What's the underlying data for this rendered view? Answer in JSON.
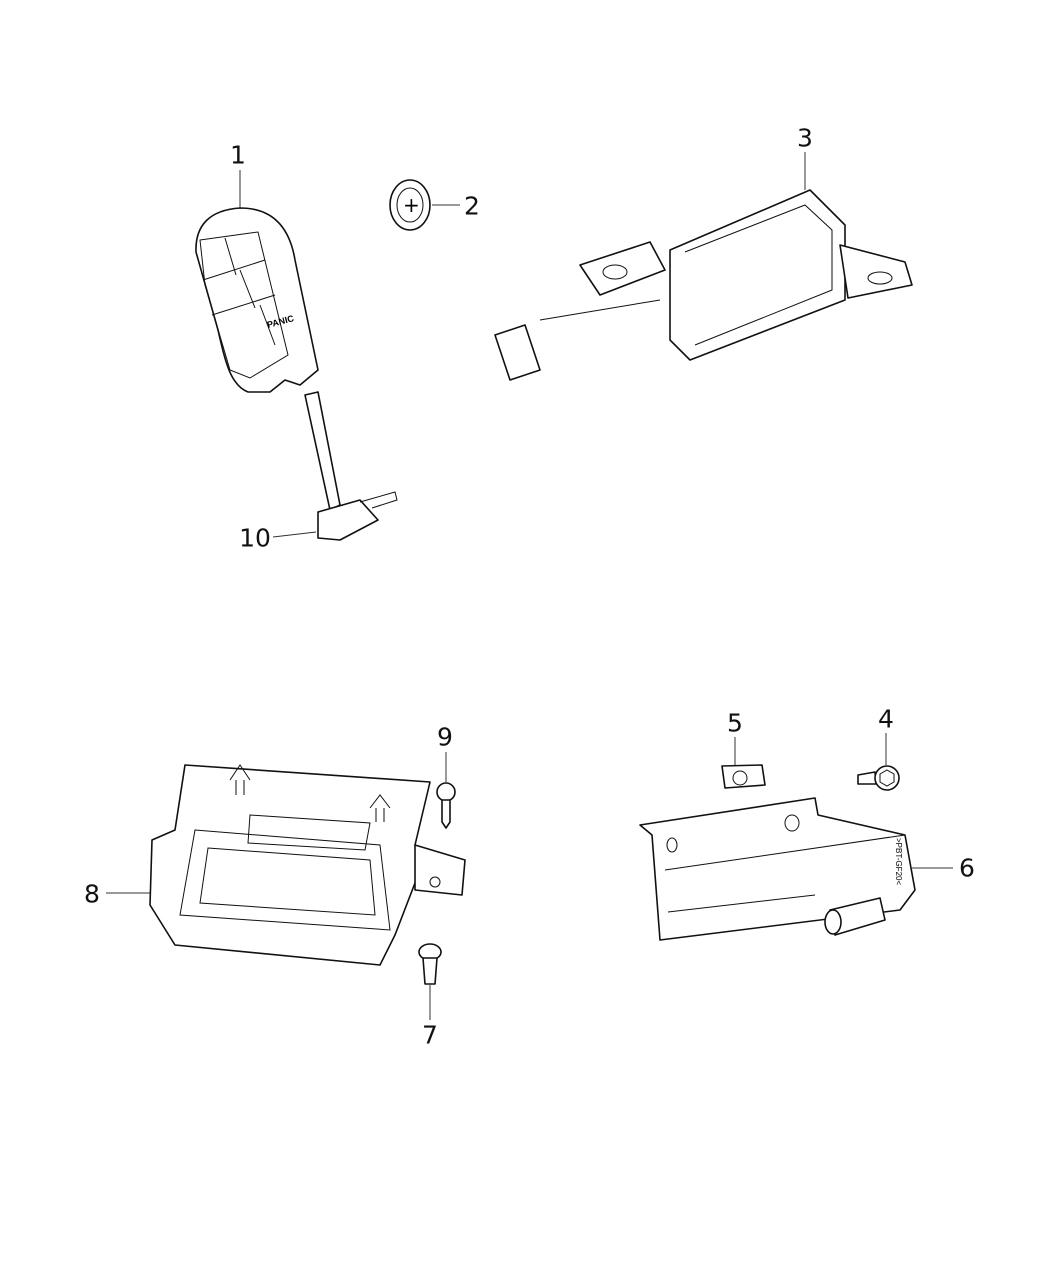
{
  "diagram": {
    "callouts": [
      {
        "id": "1",
        "part": "key-fob"
      },
      {
        "id": "2",
        "part": "coin-battery"
      },
      {
        "id": "3",
        "part": "receiver-module"
      },
      {
        "id": "4",
        "part": "bolt"
      },
      {
        "id": "5",
        "part": "u-nut"
      },
      {
        "id": "6",
        "part": "bracket"
      },
      {
        "id": "7",
        "part": "screw"
      },
      {
        "id": "8",
        "part": "airbag-control-module"
      },
      {
        "id": "9",
        "part": "screw"
      },
      {
        "id": "10",
        "part": "emergency-key"
      }
    ],
    "markings": {
      "fob_panic": "PANIC",
      "battery_plus": "+",
      "bracket_material": ">PBT-GF20<"
    },
    "line_color": "#111111",
    "background": "#ffffff"
  }
}
